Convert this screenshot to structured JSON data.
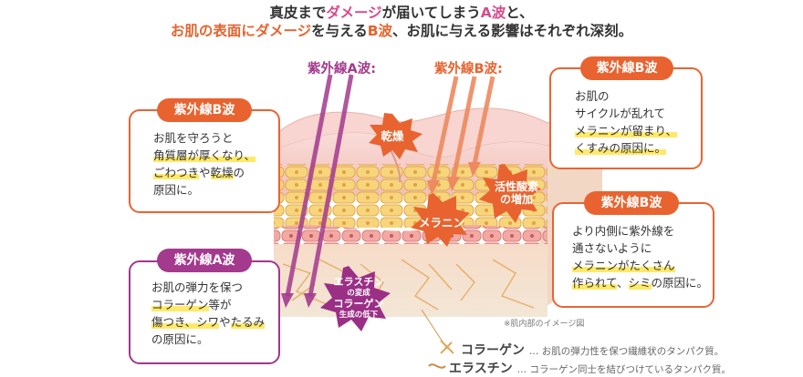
{
  "headline": {
    "line1": {
      "parts": [
        {
          "text": "真皮まで",
          "style": "normal"
        },
        {
          "text": "ダメージ",
          "style": "pink"
        },
        {
          "text": "が届いてしまう",
          "style": "normal"
        },
        {
          "text": "A波",
          "style": "pink"
        },
        {
          "text": "と、",
          "style": "normal"
        }
      ]
    },
    "line2": {
      "parts": [
        {
          "text": "お肌の表面に",
          "style": "orange"
        },
        {
          "text": "ダメージ",
          "style": "orange"
        },
        {
          "text": "を与える",
          "style": "normal"
        },
        {
          "text": "B波",
          "style": "orange"
        },
        {
          "text": "、お肌に与える影響はそれぞれ深刻。",
          "style": "normal"
        }
      ]
    }
  },
  "rays": {
    "uva_label": "紫外線A波:",
    "uvb_label": "紫外線B波:"
  },
  "boxes": {
    "top_left": {
      "badge": "紫外線B波",
      "lines": [
        [
          {
            "text": "お肌を守ろうと",
            "hl": false
          }
        ],
        [
          {
            "text": "角質層が厚くなり、",
            "hl": true
          }
        ],
        [
          {
            "text": "ごわつき",
            "hl": true
          },
          {
            "text": "や",
            "hl": false
          },
          {
            "text": "乾燥",
            "hl": true
          },
          {
            "text": "の",
            "hl": false
          }
        ],
        [
          {
            "text": "原因に。",
            "hl": false
          }
        ]
      ]
    },
    "bottom_left": {
      "badge": "紫外線A波",
      "lines": [
        [
          {
            "text": "お肌の弾力を保つ",
            "hl": false
          }
        ],
        [
          {
            "text": "コラーゲン",
            "hl": true
          },
          {
            "text": "等が",
            "hl": false
          }
        ],
        [
          {
            "text": "傷つき、",
            "hl": true
          },
          {
            "text": "シワ",
            "hl": true
          },
          {
            "text": "や",
            "hl": false
          },
          {
            "text": "たるみ",
            "hl": true
          }
        ],
        [
          {
            "text": "の原因に。",
            "hl": false
          }
        ]
      ]
    },
    "top_right": {
      "badge": "紫外線B波",
      "lines": [
        [
          {
            "text": "お肌の",
            "hl": false
          }
        ],
        [
          {
            "text": "サイクルが乱れて",
            "hl": false
          }
        ],
        [
          {
            "text": "メラニンが留まり、",
            "hl": true
          }
        ],
        [
          {
            "text": "くすみの原因に。",
            "hl": true
          }
        ]
      ]
    },
    "bottom_right": {
      "badge": "紫外線B波",
      "lines": [
        [
          {
            "text": "より内側に紫外線を",
            "hl": false
          }
        ],
        [
          {
            "text": "通さないように",
            "hl": false
          }
        ],
        [
          {
            "text": "メラニンがたくさん",
            "hl": true
          }
        ],
        [
          {
            "text": "作られて",
            "hl": true
          },
          {
            "text": "、",
            "hl": false
          },
          {
            "text": "シミ",
            "hl": true
          },
          {
            "text": "の原因に。",
            "hl": false
          }
        ]
      ]
    }
  },
  "bursts": {
    "dryness": "乾燥",
    "melanin": "メラニン",
    "active_oxygen_1": "活性酸素",
    "active_oxygen_2": "の増加",
    "elastin_1": "エラスチン",
    "elastin_2": "の変成",
    "elastin_3": "コラーゲン",
    "elastin_4": "生成の低下"
  },
  "note": "※肌内部のイメージ図",
  "legend": {
    "collagen_name": "コラーゲン",
    "collagen_desc": "… お肌の弾力性を保つ繊維状のタンパク質。",
    "elastin_name": "エラスチン",
    "elastin_desc": "… コラーゲン同士を結びつけているタンパク質。"
  },
  "colors": {
    "uva": "#a33a8d",
    "uvb": "#e8632f",
    "highlight": "#ffe969",
    "skin_top": "#f4c7c2",
    "fat_layer": "#f3d27a"
  }
}
